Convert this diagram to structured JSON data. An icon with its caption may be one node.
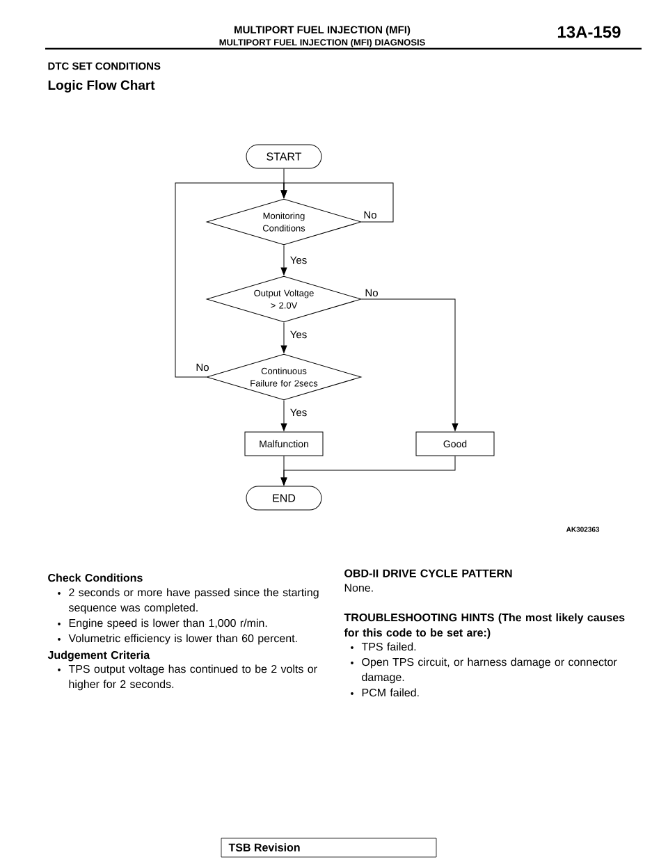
{
  "diagram": {
    "title": "Logic Flow Chart",
    "nodes": [
      {
        "text": [
          "START"
        ]
      },
      {
        "text": [
          "Monitoring Conditions"
        ]
      },
      {
        "text": [
          "Output Voltage > 2.0V"
        ]
      },
      {
        "text": [
          "Continuous Failure for 2secs"
        ]
      },
      {
        "text": [
          "Malfunction"
        ]
      },
      {
        "text": [
          "Good"
        ]
      },
      {
        "text": [
          "END"
        ]
      }
    ],
    "edges": [
      {
        "from": 0,
        "to": 1,
        "arrow": "to"
      },
      {
        "from": 1,
        "to": 1,
        "arrow": "to",
        "label": "No"
      },
      {
        "from": 1,
        "to": 2,
        "arrow": "to",
        "label": "Yes"
      },
      {
        "from": 2,
        "to": 3,
        "arrow": "to",
        "label": "Yes"
      },
      {
        "from": 2,
        "to": 5,
        "arrow": "to",
        "label": "No"
      },
      {
        "from": 3,
        "to": 1,
        "arrow": "to",
        "label": "No"
      },
      {
        "from": 3,
        "to": 4,
        "arrow": "to",
        "label": "Yes"
      },
      {
        "from": 4,
        "to": 6,
        "arrow": "to"
      },
      {
        "from": 5,
        "to": 6,
        "arrow": "to"
      }
    ],
    "labels": [
      "MULTIPORT FUEL INJECTION (MFI)",
      "MULTIPORT FUEL INJECTION (MFI) DIAGNOSIS",
      "13A-159",
      "DTC SET CONDITIONS",
      "AK302363",
      "Check Conditions",
      "2 seconds or more have passed since the starting sequence was completed.",
      "Engine speed is lower than 1,000 r/min.",
      "Volumetric efficiency is lower than 60 percent.",
      "Judgement Criteria",
      "TPS output voltage has continued to be 2 volts or higher for 2 seconds.",
      "OBD-II DRIVE CYCLE PATTERN",
      "None.",
      "TROUBLESHOOTING HINTS (The most likely causes for this code to be set are:)",
      "TPS failed.",
      "Open TPS circuit, or harness damage or connector damage.",
      "PCM failed.",
      "TSB Revision"
    ]
  }
}
